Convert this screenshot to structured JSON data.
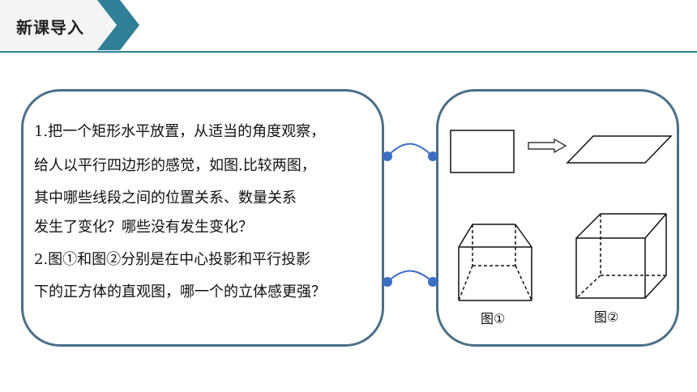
{
  "header": {
    "title": "新课导入",
    "accent_color": "#2f7f96"
  },
  "questions": {
    "q1_lines": [
      "1.把一个矩形水平放置，从适当的角度观察，",
      "给人以平行四边形的感觉，如图.比较两图，",
      "其中哪些线段之间的位置关系、数量关系",
      "发生了变化？哪些没有发生变化？"
    ],
    "q2_lines": [
      "2.图①和图②分别是在中心投影和平行投影",
      "下的正方体的直观图，哪一个的立体感更强？"
    ]
  },
  "figures": {
    "label_1": "图①",
    "label_2": "图②"
  },
  "colors": {
    "panel_border": "#4a6f86",
    "connector": "#3b6fc4"
  }
}
